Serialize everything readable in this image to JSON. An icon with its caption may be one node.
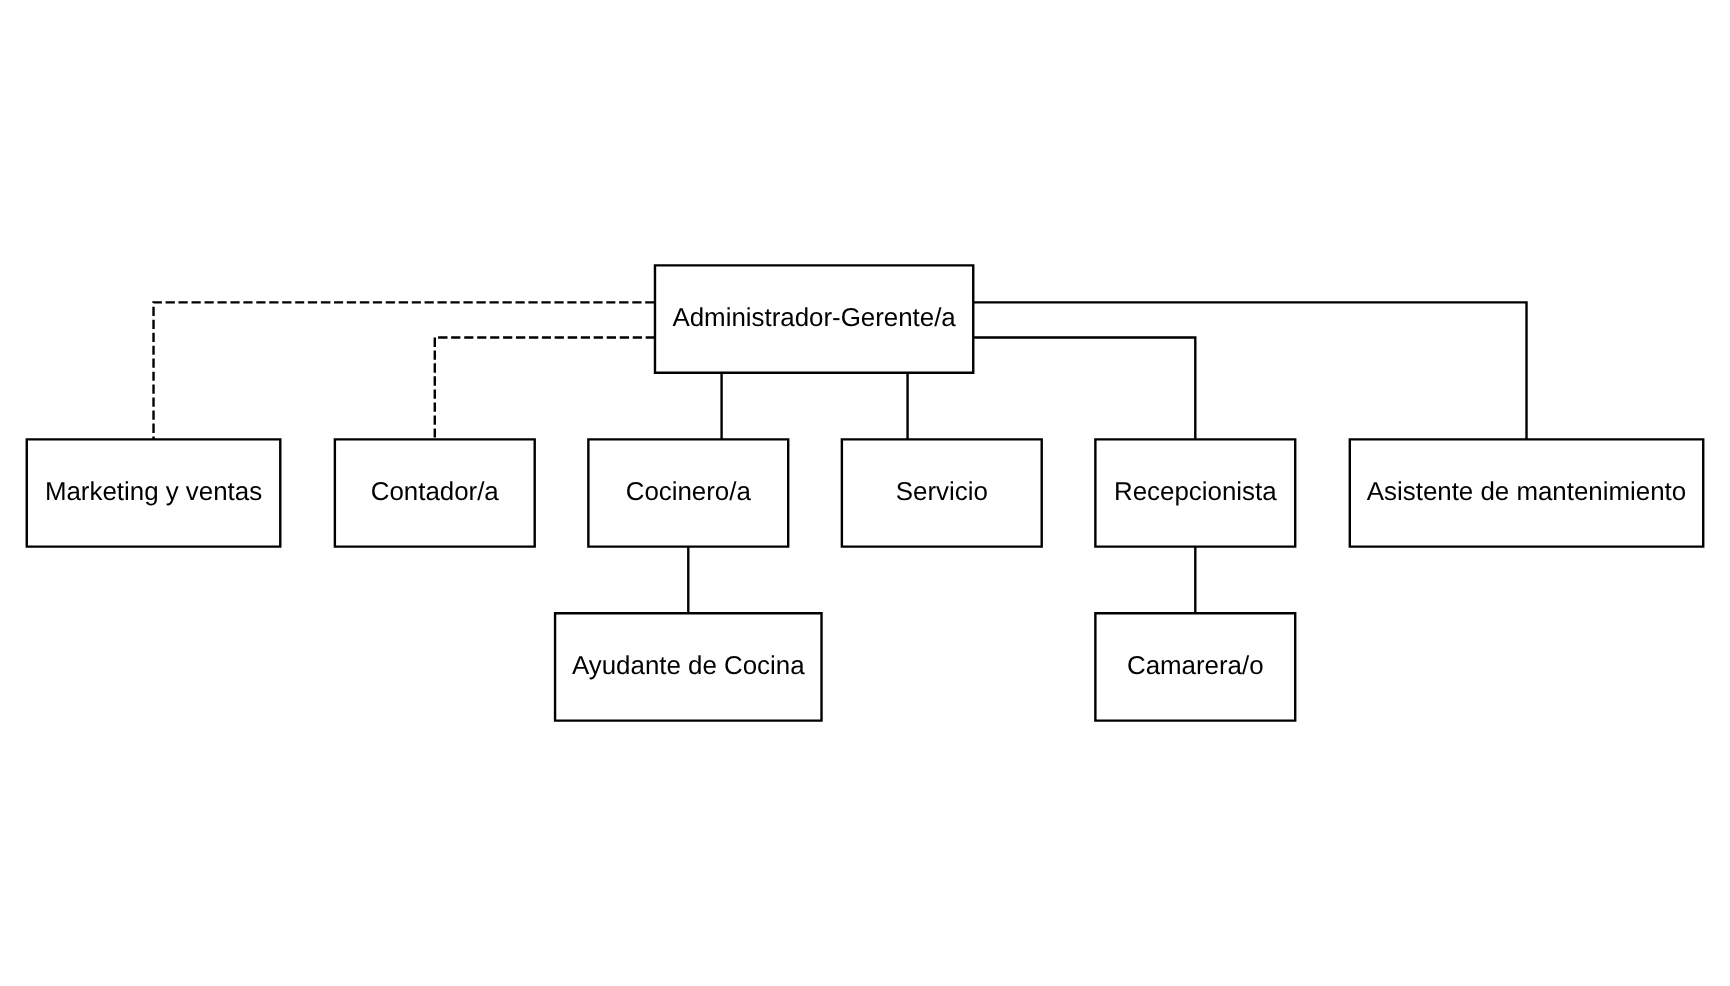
{
  "diagram": {
    "nodes": [
      {
        "text": [
          "Administrador-Gerente/a"
        ]
      },
      {
        "text": [
          "Marketing y ventas"
        ]
      },
      {
        "text": [
          "Contador/a"
        ]
      },
      {
        "text": [
          "Cocinero/a"
        ]
      },
      {
        "text": [
          "Servicio"
        ]
      },
      {
        "text": [
          "Recepcionista"
        ]
      },
      {
        "text": [
          "Asistente de mantenimiento"
        ]
      },
      {
        "text": [
          "Ayudante de Cocina"
        ]
      },
      {
        "text": [
          "Camarera/o"
        ]
      }
    ],
    "edges": [
      {
        "from": 0,
        "to": 1,
        "arrow": "none",
        "style": "dashed"
      },
      {
        "from": 0,
        "to": 2,
        "arrow": "none",
        "style": "dashed"
      },
      {
        "from": 0,
        "to": 3,
        "arrow": "none"
      },
      {
        "from": 0,
        "to": 4,
        "arrow": "none"
      },
      {
        "from": 0,
        "to": 5,
        "arrow": "none"
      },
      {
        "from": 0,
        "to": 6,
        "arrow": "none"
      },
      {
        "from": 3,
        "to": 7,
        "arrow": "none"
      },
      {
        "from": 5,
        "to": 8,
        "arrow": "none"
      }
    ]
  }
}
